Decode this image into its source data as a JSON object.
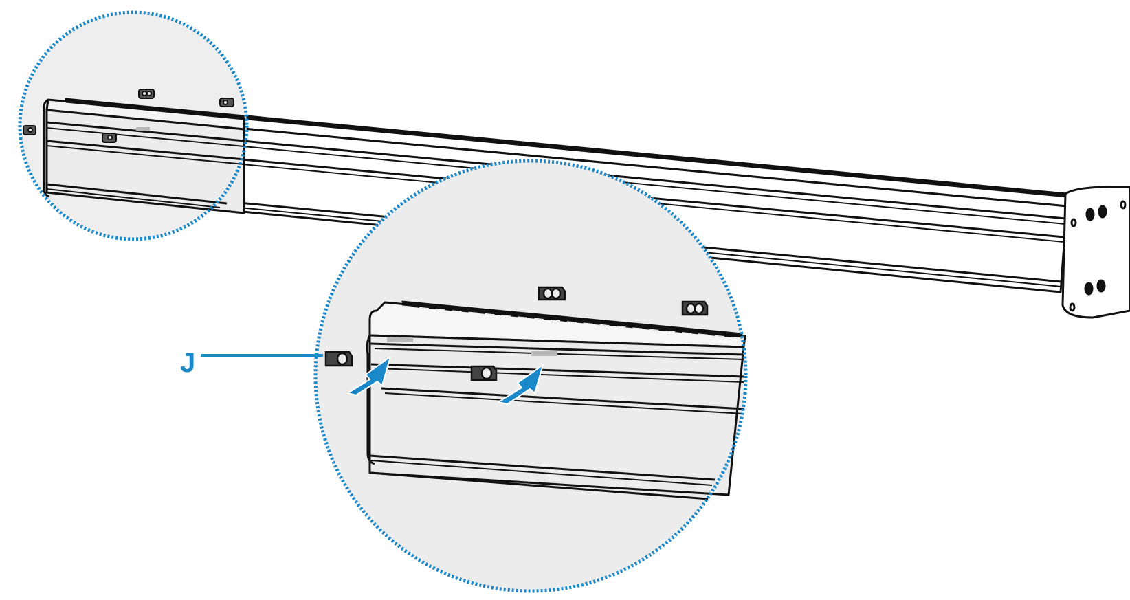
{
  "diagram": {
    "callout": {
      "label": "J"
    },
    "colors": {
      "accent": "#1a88c9",
      "magnifier_fill": "#ececec",
      "line": "#111111",
      "background": "#ffffff",
      "marking": "#b8b8b8"
    },
    "parts": {
      "rail": "aluminium-extrusion-rail",
      "end_plate": "end-plate",
      "fastener": "t-slot-nut",
      "direction_marker": "insert-arrow"
    }
  }
}
